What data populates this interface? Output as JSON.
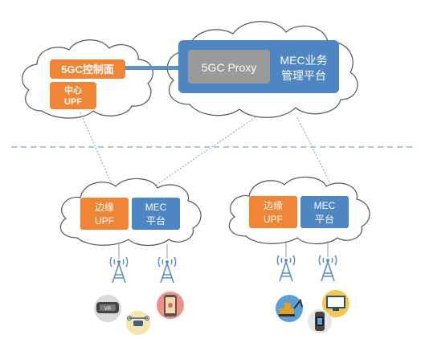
{
  "diagram": {
    "core_cloud": {
      "control_plane": "5GC控制面",
      "central_upf_line1": "中心",
      "central_upf_line2": "UPF"
    },
    "mec_mgmt_cloud": {
      "proxy": "5GC Proxy",
      "mgmt_line1": "MEC业务",
      "mgmt_line2": "管理平台"
    },
    "edge_left": {
      "upf_line1": "边缘",
      "upf_line2": "UPF",
      "mec_line1": "MEC",
      "mec_line2": "平台"
    },
    "edge_right": {
      "upf_line1": "边缘",
      "upf_line2": "UPF",
      "mec_line1": "MEC",
      "mec_line2": "平台"
    },
    "device_text": {
      "vr": "VR"
    },
    "colors": {
      "orange": "#f08535",
      "blue": "#4e86c4",
      "proxy_gray": "#9a9a9a",
      "link_blue": "#5b8fc9",
      "dashed_line": "#8fb3d9"
    }
  }
}
